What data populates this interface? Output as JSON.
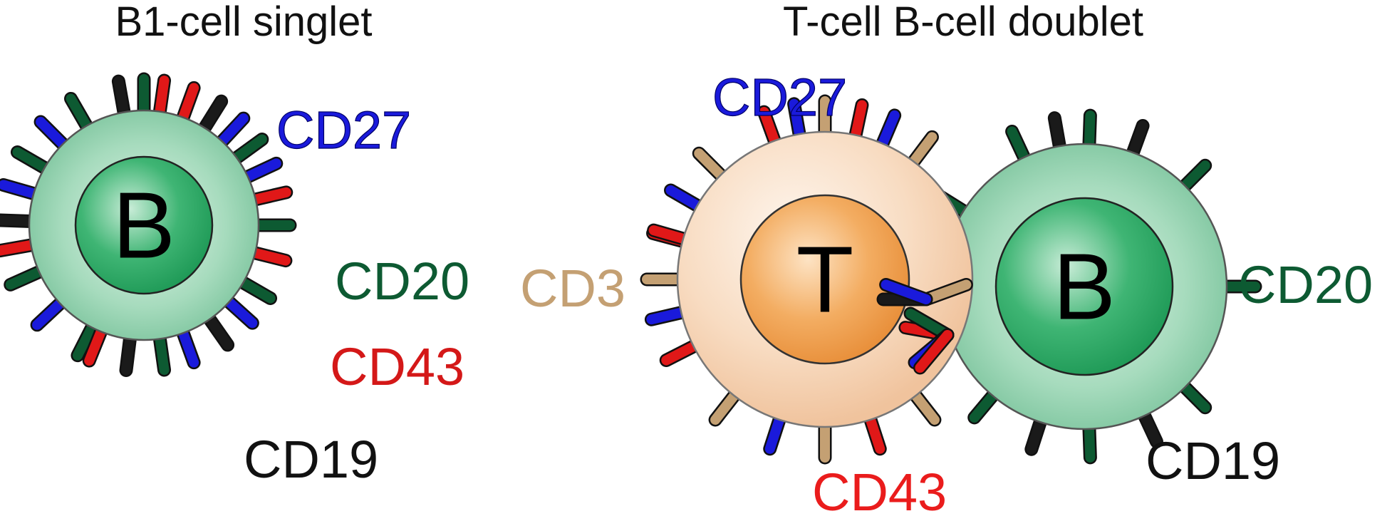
{
  "titles": {
    "singlet": "B1-cell singlet",
    "doublet": "T-cell B-cell doublet"
  },
  "cells": {
    "b1_singlet": {
      "letter": "B"
    },
    "t_cell": {
      "letter": "T"
    },
    "b_cell_doublet": {
      "letter": "B"
    }
  },
  "labels": {
    "singlet_cd27": "CD27",
    "singlet_cd20": "CD20",
    "singlet_cd43": "CD43",
    "singlet_cd19": "CD19",
    "doublet_cd27": "CD27",
    "doublet_cd3": "CD3",
    "doublet_cd20": "CD20",
    "doublet_cd43": "CD43",
    "doublet_cd19": "CD19"
  },
  "colors": {
    "CD27": "#1a1adb",
    "CD20": "#0d5a32",
    "CD43": "#e01818",
    "CD19": "#1a1a1a",
    "CD3": "#c4a073",
    "b_cell_fill": "#8fd0aa",
    "b_nucleus_fill": "#2fa866",
    "t_cell_fill": "#f6d2b0",
    "t_nucleus_fill": "#f0a655"
  }
}
